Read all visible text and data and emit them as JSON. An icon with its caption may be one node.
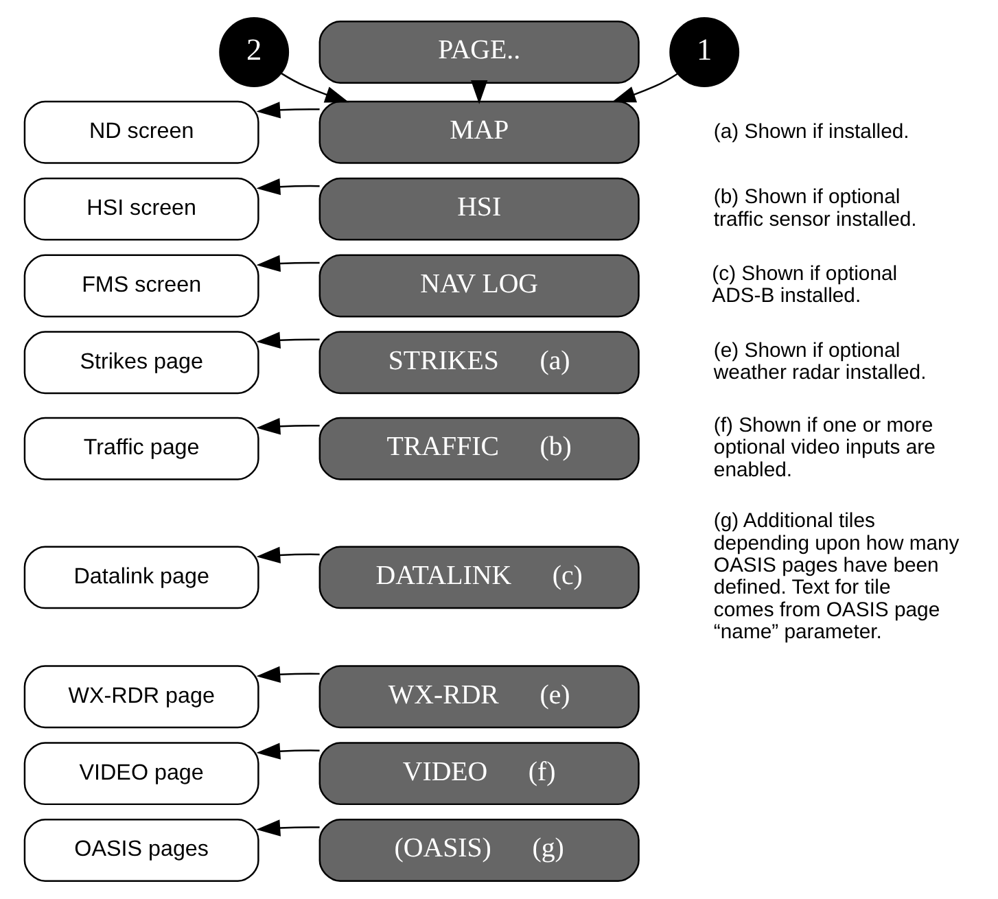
{
  "diagram": {
    "nodes": [
      {
        "text": [
          "PAGE.."
        ]
      },
      {
        "text": [
          "2"
        ]
      },
      {
        "text": [
          "1"
        ]
      },
      {
        "text": [
          "MAP"
        ]
      },
      {
        "text": [
          "HSI"
        ]
      },
      {
        "text": [
          "NAV LOG"
        ]
      },
      {
        "text": [
          "STRIKES",
          "(a)"
        ]
      },
      {
        "text": [
          "TRAFFIC",
          "(b)"
        ]
      },
      {
        "text": [
          "DATALINK",
          "(c)"
        ]
      },
      {
        "text": [
          "WX-RDR",
          "(e)"
        ]
      },
      {
        "text": [
          "VIDEO",
          "(f)"
        ]
      },
      {
        "text": [
          "(OASIS)",
          "(g)"
        ]
      },
      {
        "text": [
          "ND screen"
        ]
      },
      {
        "text": [
          "HSI screen"
        ]
      },
      {
        "text": [
          "FMS screen"
        ]
      },
      {
        "text": [
          "Strikes page"
        ]
      },
      {
        "text": [
          "Traffic page"
        ]
      },
      {
        "text": [
          "Datalink page"
        ]
      },
      {
        "text": [
          "WX-RDR page"
        ]
      },
      {
        "text": [
          "VIDEO page"
        ]
      },
      {
        "text": [
          "OASIS pages"
        ]
      }
    ],
    "edges": [
      {
        "from": 0,
        "to": 3,
        "arrow": "to"
      },
      {
        "from": 1,
        "to": 3,
        "arrow": "to"
      },
      {
        "from": 2,
        "to": 3,
        "arrow": "to"
      },
      {
        "from": 3,
        "to": 12,
        "arrow": "to"
      },
      {
        "from": 4,
        "to": 13,
        "arrow": "to"
      },
      {
        "from": 5,
        "to": 14,
        "arrow": "to"
      },
      {
        "from": 6,
        "to": 15,
        "arrow": "to"
      },
      {
        "from": 7,
        "to": 16,
        "arrow": "to"
      },
      {
        "from": 8,
        "to": 17,
        "arrow": "to"
      },
      {
        "from": 9,
        "to": 18,
        "arrow": "to"
      },
      {
        "from": 10,
        "to": 19,
        "arrow": "to"
      },
      {
        "from": 11,
        "to": 20,
        "arrow": "to"
      }
    ],
    "labels": [
      "(a) Shown if installed.",
      "(b) Shown if optional traffic sensor installed.",
      "(c) Shown if optional ADS-B installed.",
      "(e) Shown if optional weather radar installed.",
      "(f) Shown if one or more optional video inputs are enabled.",
      "(g) Additional tiles depending upon how many OASIS pages have been defined. Text for tile comes from OASIS page “name” parameter."
    ]
  }
}
